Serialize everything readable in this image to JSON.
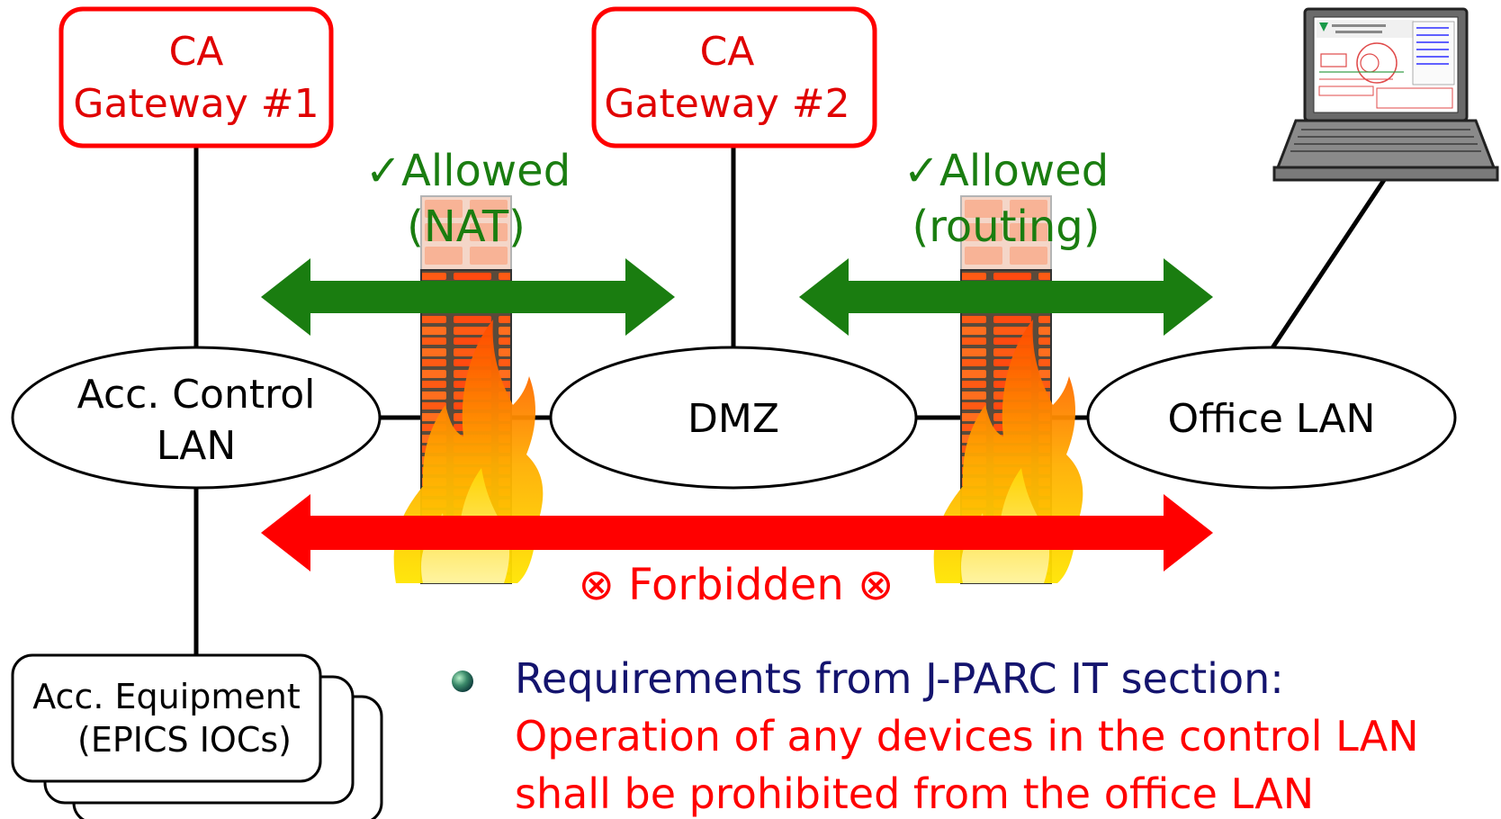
{
  "gateways": [
    {
      "line1": "CA",
      "line2": "Gateway #1"
    },
    {
      "line1": "CA",
      "line2": "Gateway #2"
    }
  ],
  "networks": {
    "control": {
      "line1": "Acc. Control",
      "line2": "LAN"
    },
    "dmz": {
      "label": "DMZ"
    },
    "office": {
      "label": "Office LAN"
    }
  },
  "equipment": {
    "line1": "Acc. Equipment",
    "line2": "(EPICS IOCs)"
  },
  "allowed": [
    {
      "line1": "✓Allowed",
      "line2": "(NAT)"
    },
    {
      "line1": "✓Allowed",
      "line2": "(routing)"
    }
  ],
  "forbidden": {
    "label": "⊗ Forbidden ⊗"
  },
  "requirements": {
    "heading": "Requirements from J-PARC IT section:",
    "line1": "Operation of any devices in the control LAN",
    "line2": "shall be prohibited from the office LAN"
  },
  "colors": {
    "gateway_border": "#ff0000",
    "gateway_text": "#e00000",
    "allowed": "#1a7d10",
    "forbidden": "#ff0000",
    "requirement_heading": "#14146e",
    "requirement_body": "#ff0000"
  },
  "icons": {
    "firewall": "firewall-icon",
    "laptop": "laptop-icon",
    "bullet": "bullet-sphere-icon"
  }
}
